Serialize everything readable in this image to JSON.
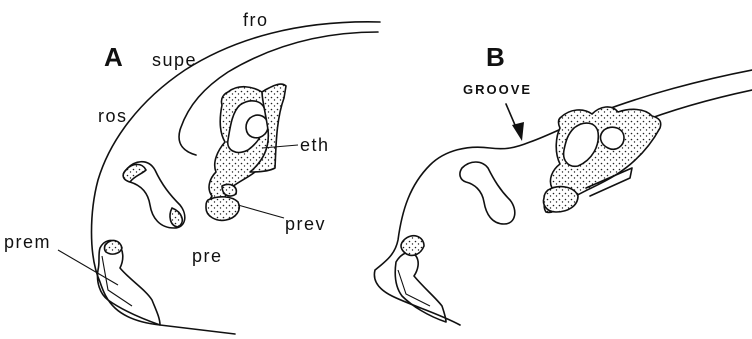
{
  "figure": {
    "panels": {
      "a": "A",
      "b": "B"
    },
    "labels": {
      "fro": "fro",
      "supe": "supe",
      "ros": "ros",
      "eth": "eth",
      "prem": "prem",
      "prev": "prev",
      "pre": "pre",
      "groove": "GROOVE"
    }
  }
}
